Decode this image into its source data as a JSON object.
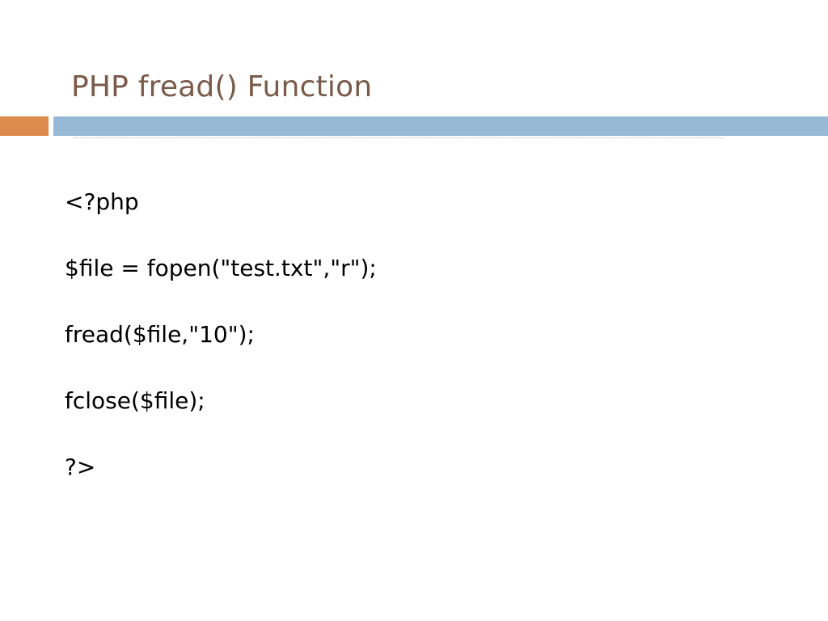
{
  "slide": {
    "title": "PHP fread() Function",
    "code_lines": [
      "<?php",
      "$file = fopen(\"test.txt\",\"r\");",
      "fread($file,\"10\");",
      "fclose($file);",
      "?>"
    ]
  },
  "colors": {
    "title": "#7a5a4a",
    "accent_bar": "#dd8b4c",
    "main_bar": "#97b9d6",
    "text": "#000000",
    "background": "#ffffff"
  }
}
